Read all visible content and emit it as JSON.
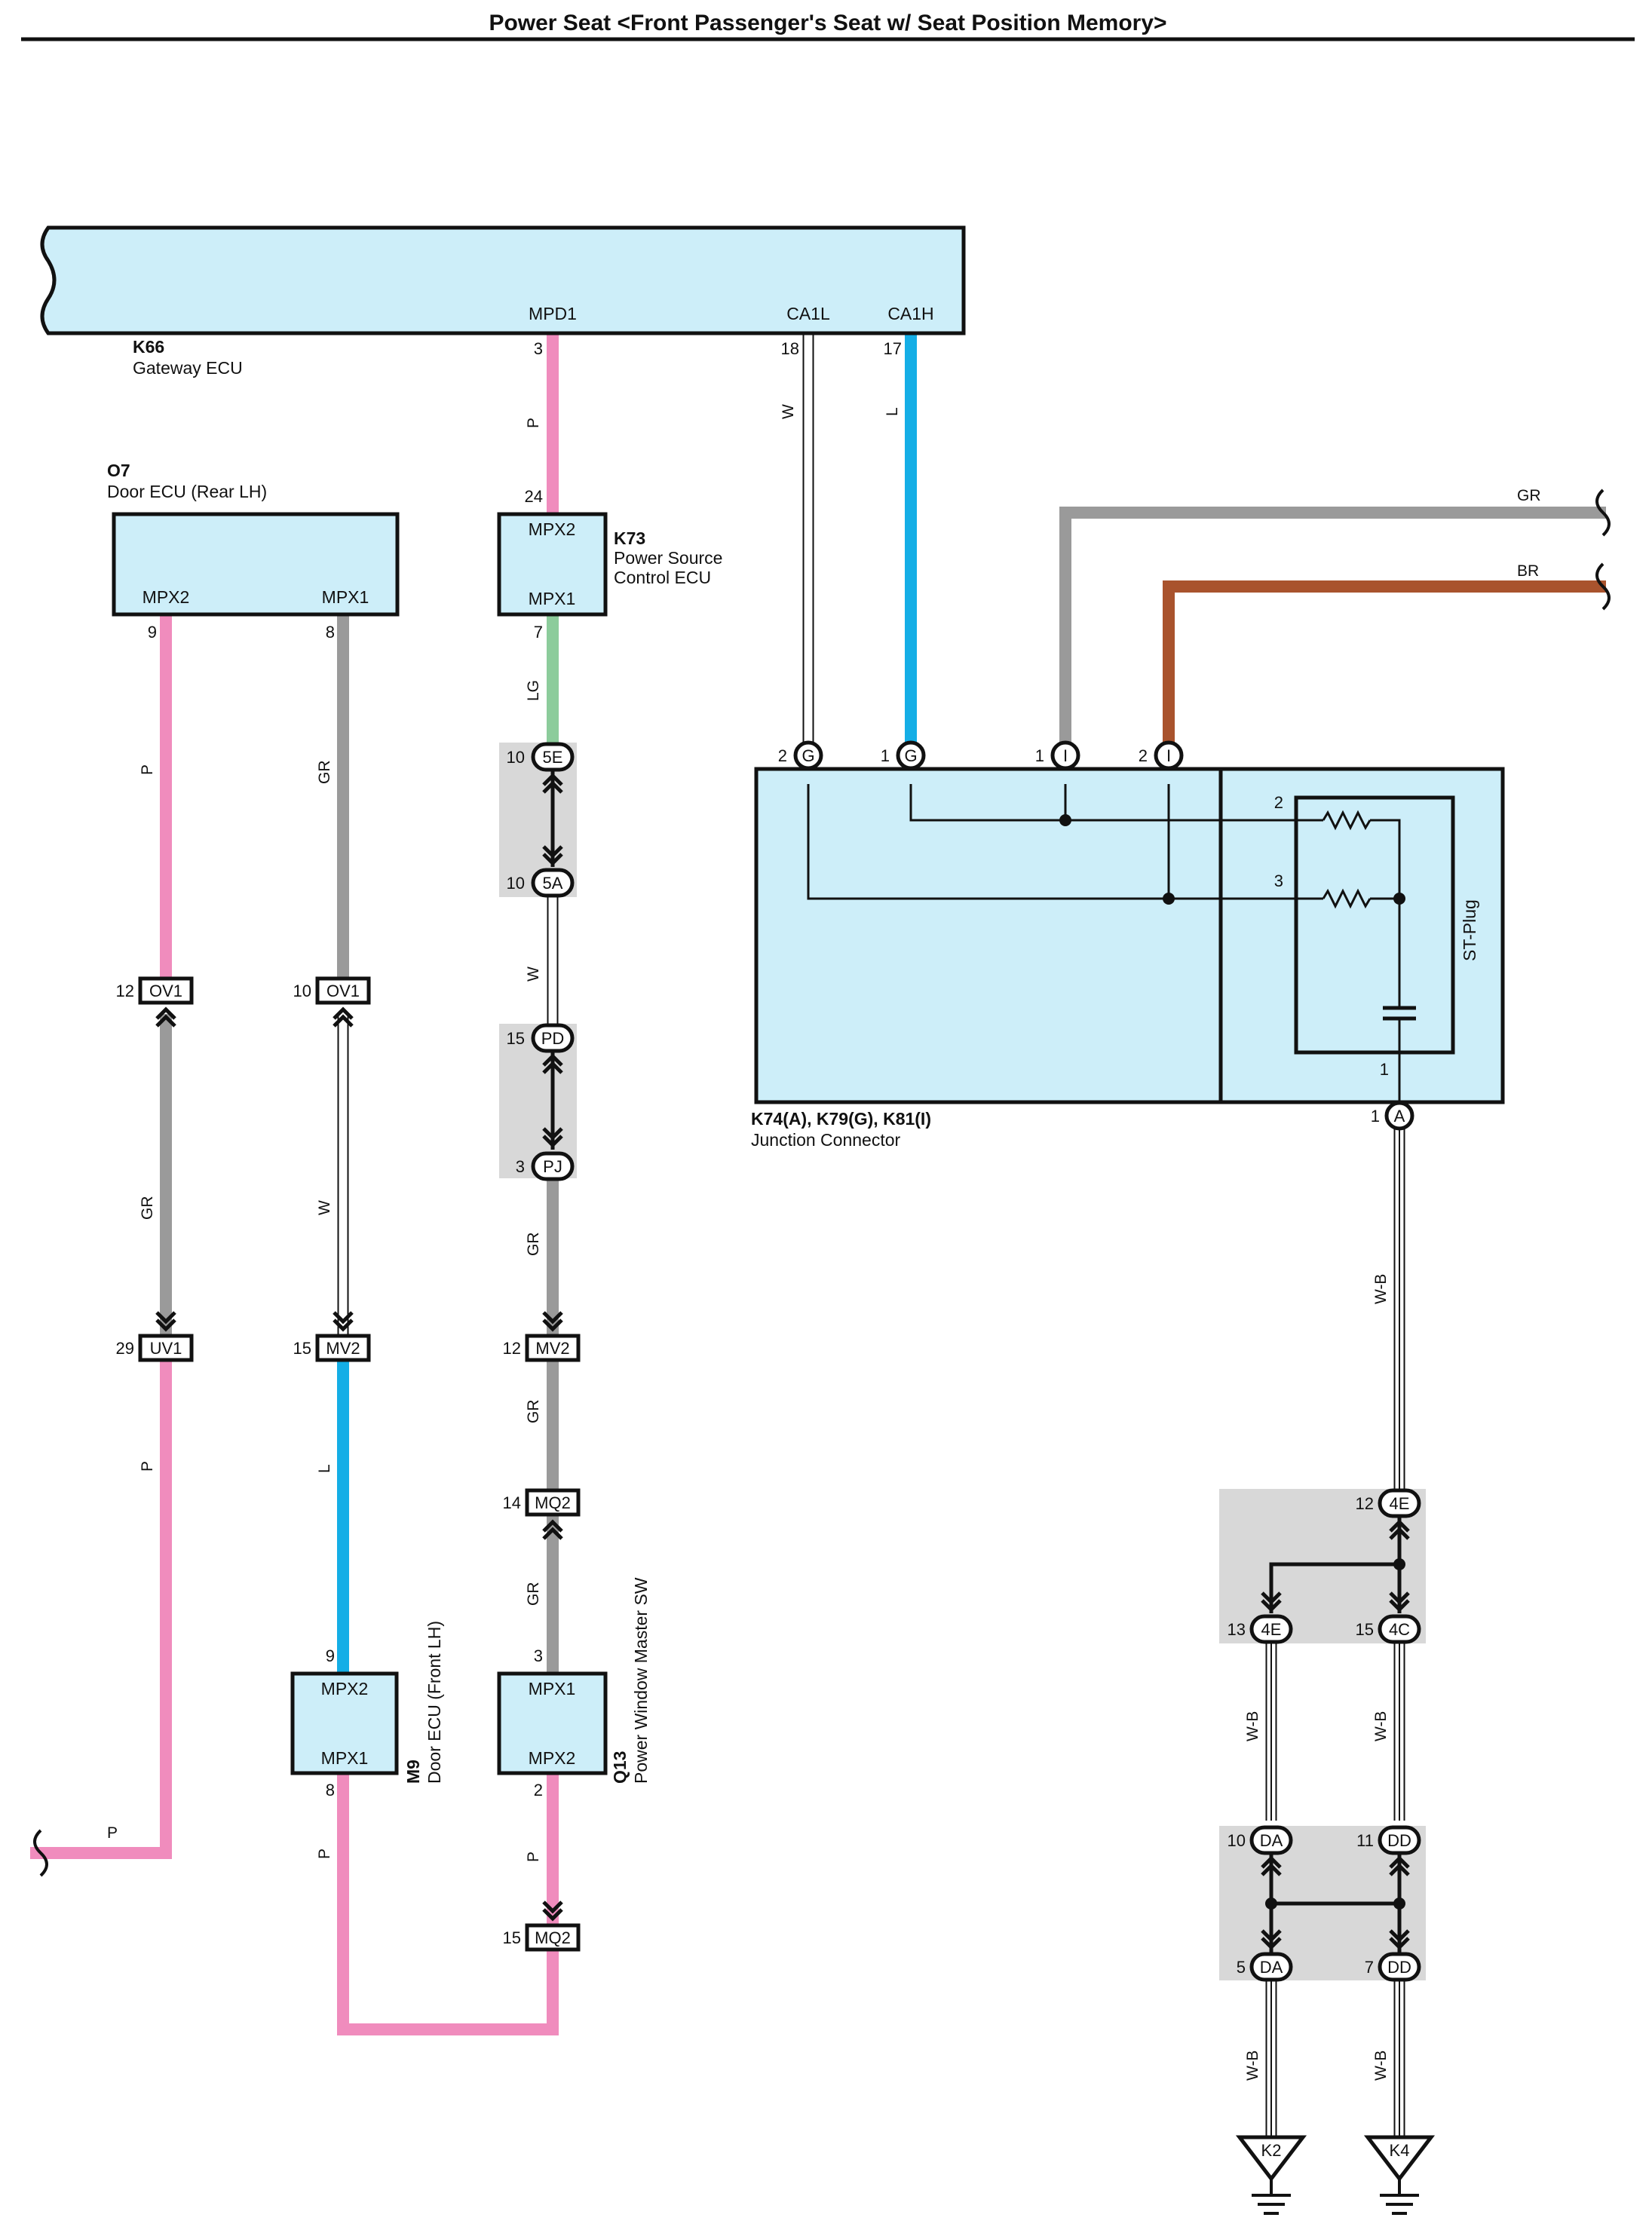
{
  "title": "Power Seat <Front Passenger's Seat w/ Seat Position Memory>",
  "colors": {
    "ecu_fill": "#cdeef9",
    "wire_pink": "#f08cbd",
    "wire_gray": "#9a9a9a",
    "wire_blue": "#14aee6",
    "wire_brown": "#a9532d",
    "wire_green": "#8ccc9b",
    "wire_white": "#ffffff",
    "junction_fill": "#d8d8d8"
  },
  "components": {
    "k66": {
      "code": "K66",
      "name": "Gateway ECU",
      "terminals": [
        "MPD1",
        "CA1L",
        "CA1H"
      ]
    },
    "o7": {
      "code": "O7",
      "name": "Door ECU (Rear LH)",
      "terminals": [
        "MPX2",
        "MPX1"
      ]
    },
    "k73": {
      "code": "K73",
      "name_line1": "Power Source",
      "name_line2": "Control ECU",
      "terminals": [
        "MPX2",
        "MPX1"
      ]
    },
    "m9": {
      "code": "M9",
      "name": "Door ECU (Front LH)",
      "terminals": [
        "MPX2",
        "MPX1"
      ]
    },
    "q13": {
      "code": "Q13",
      "name": "Power Window Master SW",
      "terminals": [
        "MPX1",
        "MPX2"
      ]
    },
    "junction": {
      "code": "K74(A), K79(G), K81(I)",
      "name": "Junction Connector",
      "stplug": "ST-Plug"
    }
  },
  "wires": {
    "p": "P",
    "gr": "GR",
    "w": "W",
    "l": "L",
    "lg": "LG",
    "br": "BR",
    "wb": "W-B"
  },
  "connectors": {
    "ov1": "OV1",
    "uv1": "UV1",
    "mv2": "MV2",
    "mq2": "MQ2",
    "c5e": "5E",
    "c5a": "5A",
    "pd": "PD",
    "pj": "PJ",
    "g": "G",
    "i": "I",
    "a": "A",
    "c4e": "4E",
    "c4c": "4C",
    "da": "DA",
    "dd": "DD"
  },
  "pins": {
    "k66_mpd1": "3",
    "k66_ca1l": "18",
    "k66_ca1h": "17",
    "k73_mpx2": "24",
    "k73_mpx1": "7",
    "o7_mpx2": "9",
    "o7_mpx1": "8",
    "c5e": "10",
    "c5a": "10",
    "pd": "15",
    "pj": "3",
    "ov1_p": "12",
    "ov1_gr": "10",
    "uv1": "29",
    "mv2_m9": "15",
    "mv2_q13": "12",
    "mq2_top": "14",
    "mq2_bottom": "15",
    "q13_mpx1": "3",
    "q13_mpx2": "2",
    "m9_mpx2": "9",
    "m9_mpx1": "8",
    "g2": "2",
    "g1": "1",
    "i1": "1",
    "i2": "2",
    "res_top": "2",
    "res_bottom": "3",
    "cap": "1",
    "a1": "1",
    "c4e_top": "12",
    "c4e_left": "13",
    "c4c": "15",
    "da_top": "10",
    "dd_top": "11",
    "da_bottom": "5",
    "dd_bottom": "7"
  },
  "grounds": [
    "K2",
    "K4"
  ]
}
